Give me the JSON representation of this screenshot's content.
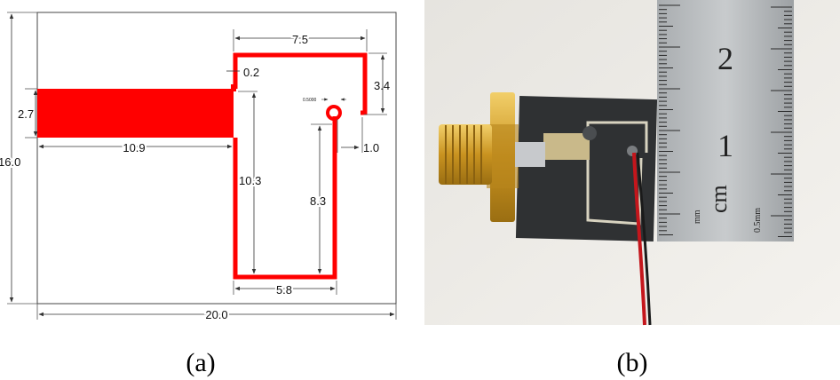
{
  "panel_a": {
    "caption": "(a)",
    "dimensions": {
      "top_width": "7.5",
      "gap": "0.2",
      "right_height": "3.4",
      "feed_height": "2.7",
      "feed_length": "10.9",
      "board_height": "16.0",
      "left_arm_height": "10.3",
      "inner_arm_height": "8.3",
      "end_gap": "1.0",
      "bottom_width": "5.8",
      "board_width": "20.0",
      "via_label": "0.5000"
    },
    "colors": {
      "trace": "#ff0000",
      "lines": "#333333"
    }
  },
  "panel_b": {
    "caption": "(b)",
    "ruler": {
      "major_labels": [
        "2",
        "1"
      ],
      "unit_label": "cm",
      "small_label": "0.5mm",
      "mm_label": "mm"
    },
    "colors": {
      "board": "#2f3133",
      "connector": "#d4a02a",
      "ruler": "#b9bcbe"
    }
  }
}
